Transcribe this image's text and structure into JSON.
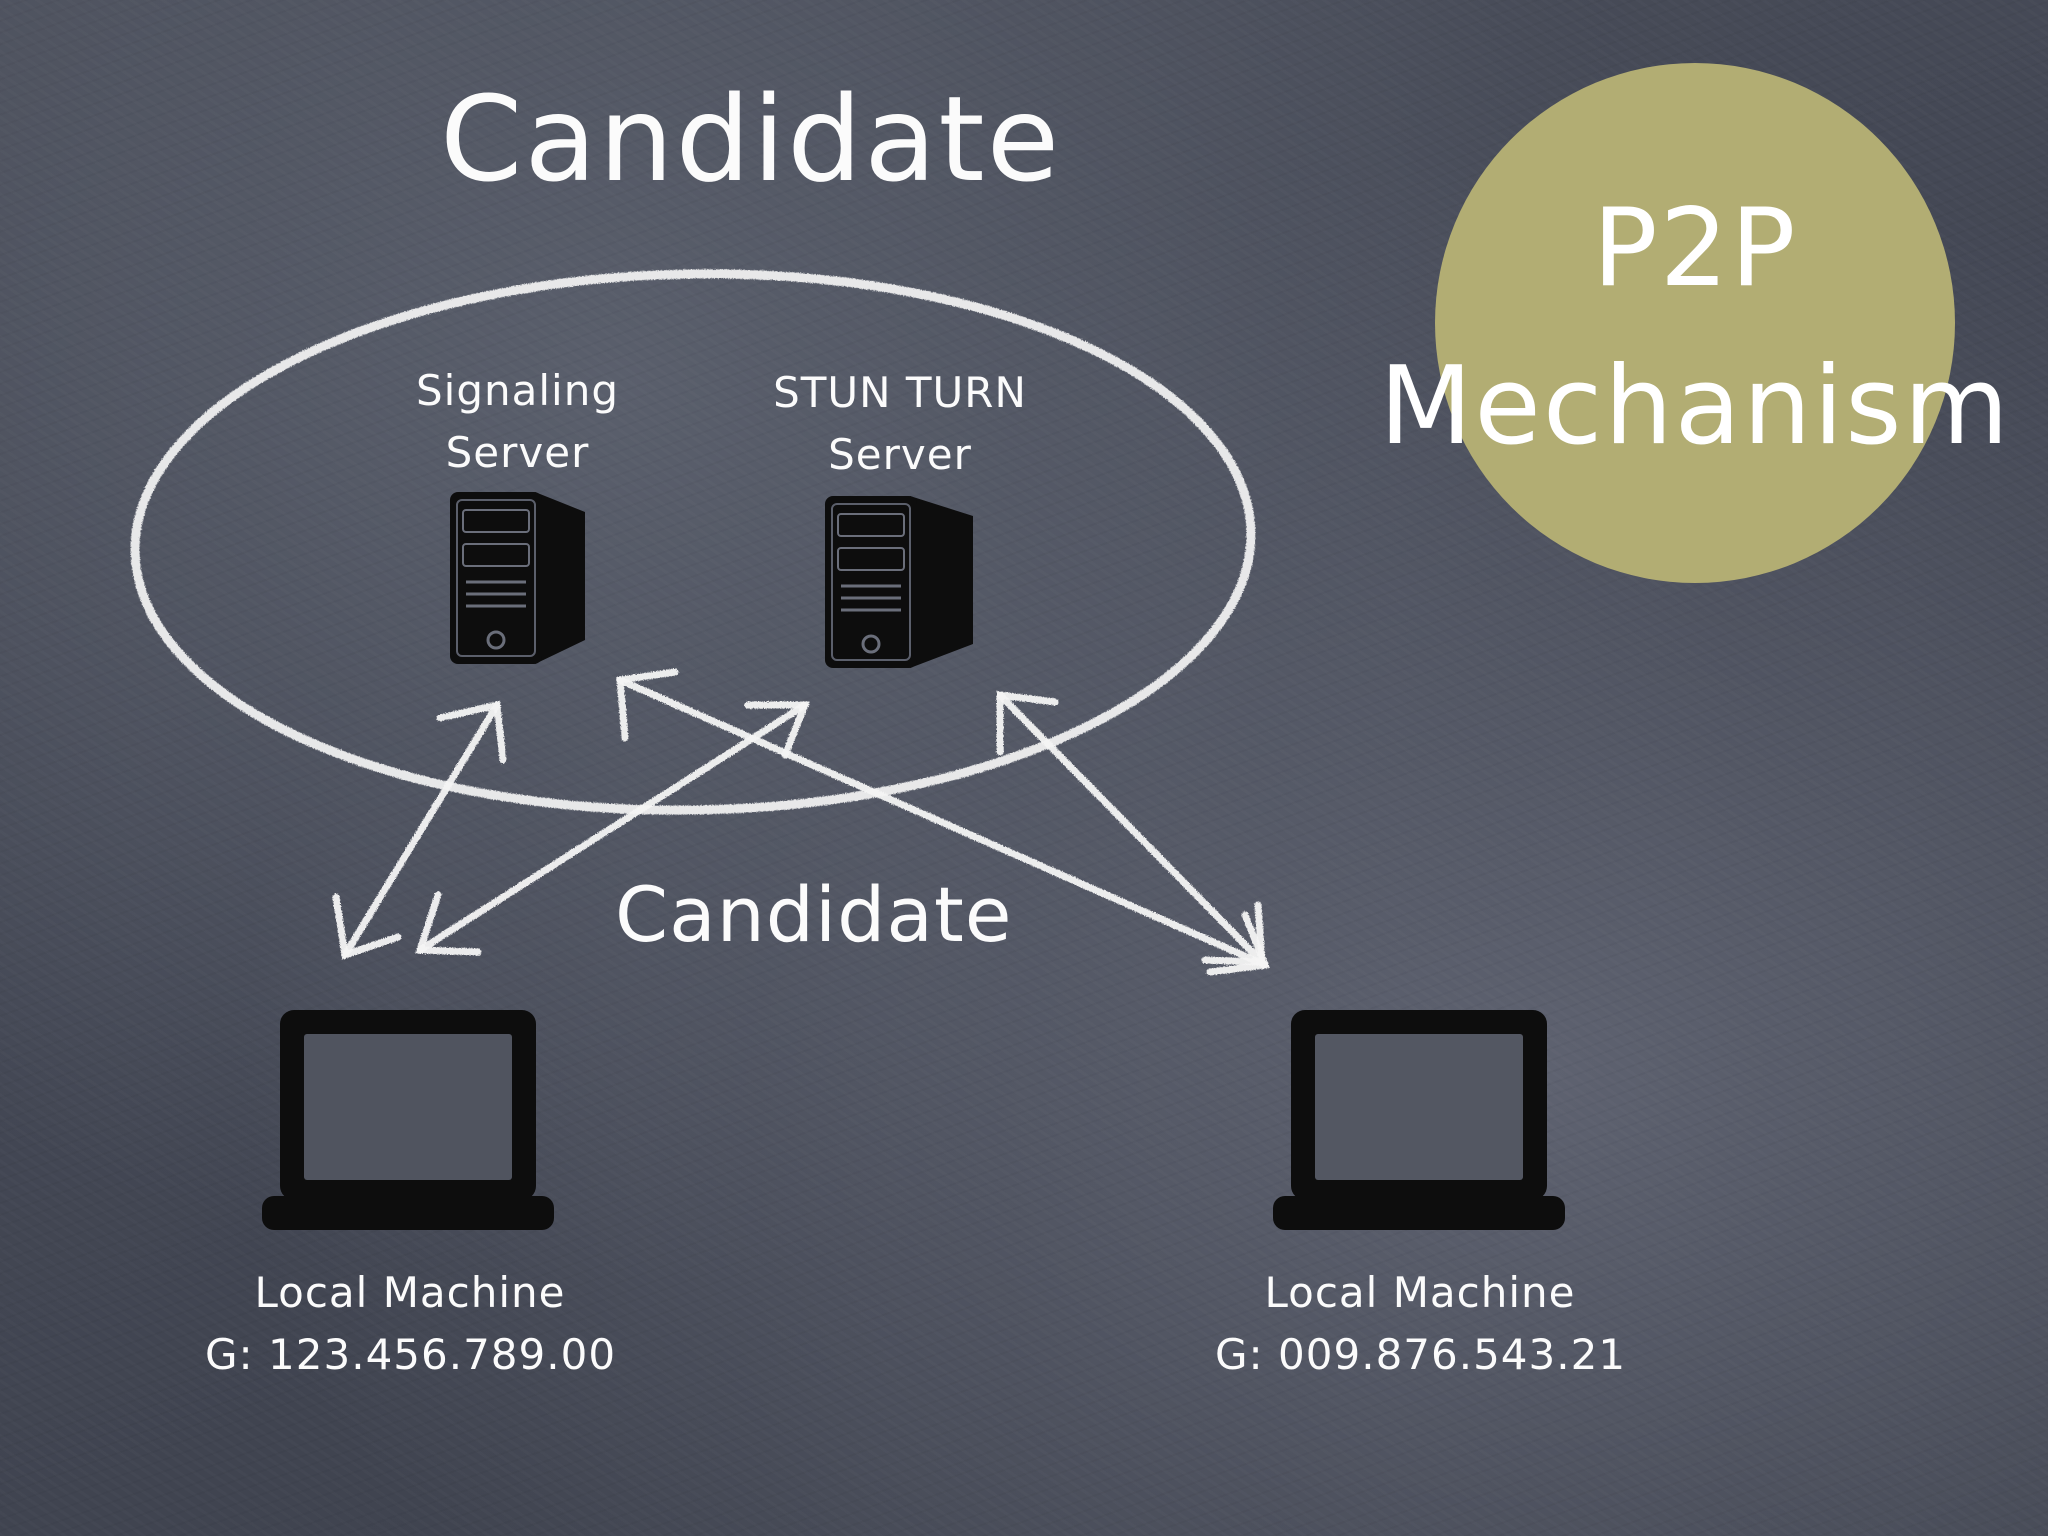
{
  "title": "Candidate",
  "badge": {
    "line1": "P2P",
    "line2": "Mechanism",
    "color": "#b2ad73"
  },
  "servers": [
    {
      "label_line1": "Signaling",
      "label_line2": "Server",
      "icon": "server-tower-icon"
    },
    {
      "label_line1": "STUN TURN",
      "label_line2": "Server",
      "icon": "server-tower-icon"
    }
  ],
  "exchange_label": "Candidate",
  "machines": [
    {
      "label": "Local Machine",
      "address": "G: 123.456.789.00",
      "icon": "laptop-icon"
    },
    {
      "label": "Local Machine",
      "address": "G: 009.876.543.21",
      "icon": "laptop-icon"
    }
  ],
  "colors": {
    "chalkboard": "#474b57",
    "chalk": "#f4f4f4",
    "icon_fill": "#0d0d0d"
  }
}
